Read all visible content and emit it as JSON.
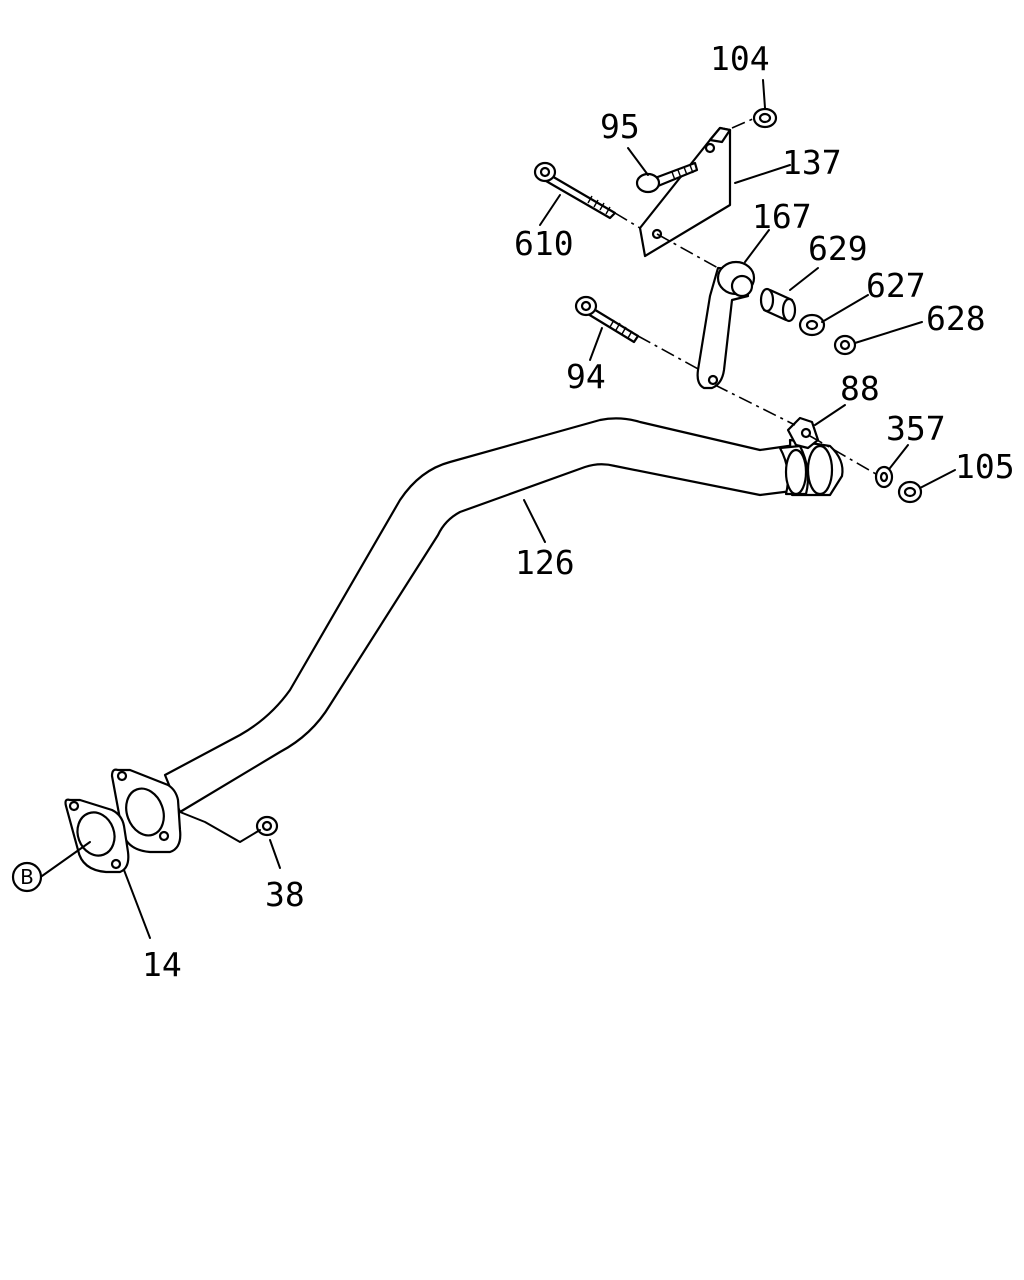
{
  "labels": {
    "p104": "104",
    "p95": "95",
    "p137": "137",
    "p610": "610",
    "p167": "167",
    "p629": "629",
    "p627": "627",
    "p628": "628",
    "p94": "94",
    "p88": "88",
    "p357": "357",
    "p105": "105",
    "p126": "126",
    "p38": "38",
    "p14": "14",
    "refB": "B"
  }
}
